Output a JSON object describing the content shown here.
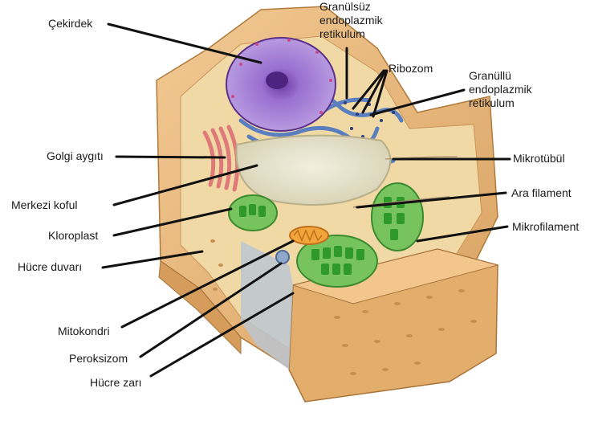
{
  "labels": {
    "cekirdek": "Çekirdek",
    "granulsuz": "Granülsüz endoplazmik retikulum",
    "ribozom": "Ribozom",
    "granullu": "Granüllü endoplazmik retikulum",
    "golgi": "Golgi aygıtı",
    "mikrotubul": "Mikrotübül",
    "merkezi_koful": "Merkezi koful",
    "ara_filament": "Ara filament",
    "kloroplast": "Kloroplast",
    "mikrofilament": "Mikrofilament",
    "hucre_duvari": "Hücre duvarı",
    "mitokondri": "Mitokondri",
    "peroksizom": "Peroksizom",
    "hucre_zari": "Hücre zarı"
  },
  "colors": {
    "cell_wall": "#e8b87a",
    "cell_wall_dark": "#c98f4f",
    "cytoplasm": "#f2ddb0",
    "nucleus": "#8d5ec0",
    "nucleolus": "#5b2f91",
    "er": "#6b8fc9",
    "golgi": "#e88a8a",
    "vacuole": "#e6e1c8",
    "chloroplast": "#59b84a",
    "mitochondria": "#f0a030",
    "leader_line": "#111111"
  }
}
